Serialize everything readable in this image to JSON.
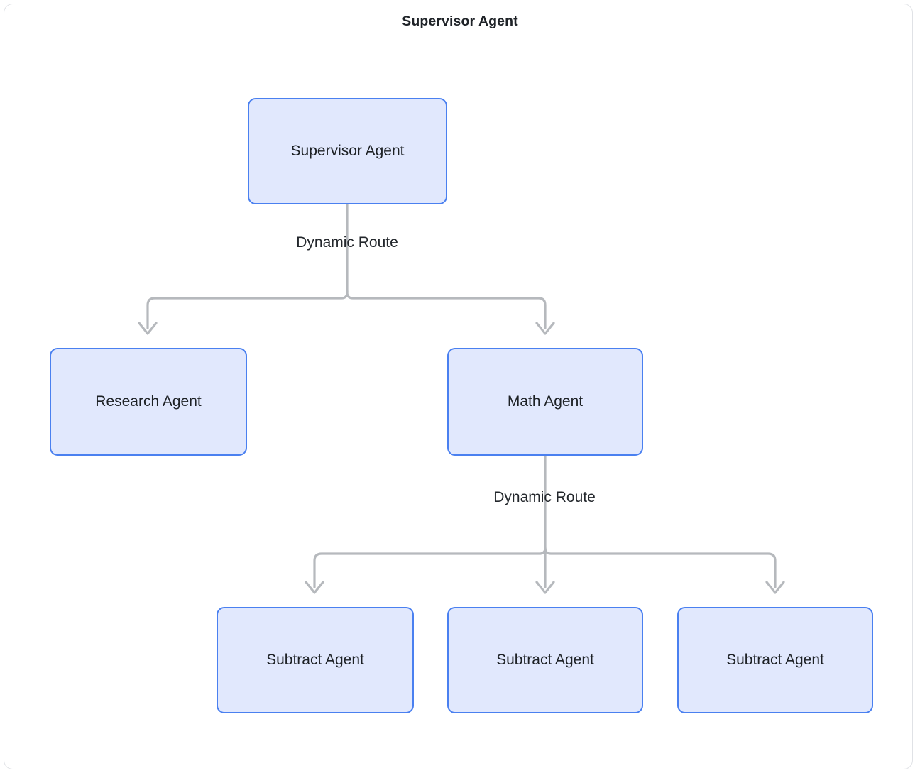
{
  "diagram": {
    "title": "Supervisor Agent",
    "type": "flowchart",
    "orientation": "top-down",
    "colors": {
      "node_fill": "#e1e8fd",
      "node_border": "#4a80f0",
      "node_text": "#1d2125",
      "edge_line": "#b6b9bd",
      "frame_border": "#e0e2e6",
      "canvas_background": "#ffffff",
      "title_text": "#1f2328"
    },
    "nodes": [
      {
        "id": "supervisor",
        "label": "Supervisor Agent",
        "level": 0
      },
      {
        "id": "research",
        "label": "Research Agent",
        "level": 1
      },
      {
        "id": "math",
        "label": "Math Agent",
        "level": 1
      },
      {
        "id": "subtract-1",
        "label": "Subtract Agent",
        "level": 2
      },
      {
        "id": "subtract-2",
        "label": "Subtract Agent",
        "level": 2
      },
      {
        "id": "subtract-3",
        "label": "Subtract Agent",
        "level": 2
      }
    ],
    "edges": [
      {
        "from": "supervisor",
        "to": "research",
        "label": "Dynamic Route",
        "arrow": "chevron"
      },
      {
        "from": "supervisor",
        "to": "math",
        "label": "Dynamic Route",
        "arrow": "chevron"
      },
      {
        "from": "math",
        "to": "subtract-1",
        "label": "Dynamic Route",
        "arrow": "chevron"
      },
      {
        "from": "math",
        "to": "subtract-2",
        "label": "Dynamic Route",
        "arrow": "chevron"
      },
      {
        "from": "math",
        "to": "subtract-3",
        "label": "Dynamic Route",
        "arrow": "chevron"
      }
    ],
    "edge_labels": {
      "top": "Dynamic Route",
      "middle": "Dynamic Route"
    }
  }
}
